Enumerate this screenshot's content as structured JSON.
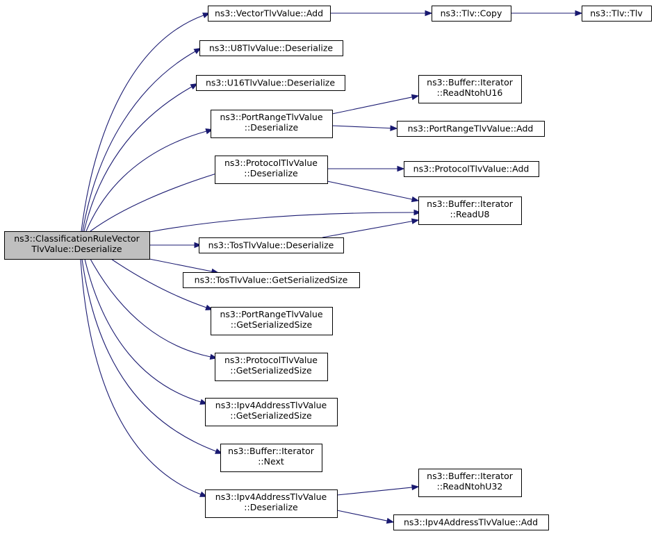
{
  "diagram": {
    "nodes": [
      {
        "id": "root",
        "lines": [
          "ns3::ClassificationRuleVector",
          "TlvValue::Deserialize"
        ]
      },
      {
        "id": "vec_add",
        "lines": [
          "ns3::VectorTlvValue::Add"
        ]
      },
      {
        "id": "tlv_copy",
        "lines": [
          "ns3::Tlv::Copy"
        ]
      },
      {
        "id": "tlv_tlv",
        "lines": [
          "ns3::Tlv::Tlv"
        ]
      },
      {
        "id": "u8_deser",
        "lines": [
          "ns3::U8TlvValue::Deserialize"
        ]
      },
      {
        "id": "u16_deser",
        "lines": [
          "ns3::U16TlvValue::Deserialize"
        ]
      },
      {
        "id": "pr_deser",
        "lines": [
          "ns3::PortRangeTlvValue",
          "::Deserialize"
        ]
      },
      {
        "id": "read_ntoh_u16",
        "lines": [
          "ns3::Buffer::Iterator",
          "::ReadNtohU16"
        ]
      },
      {
        "id": "pr_add",
        "lines": [
          "ns3::PortRangeTlvValue::Add"
        ]
      },
      {
        "id": "proto_deser",
        "lines": [
          "ns3::ProtocolTlvValue",
          "::Deserialize"
        ]
      },
      {
        "id": "proto_add",
        "lines": [
          "ns3::ProtocolTlvValue::Add"
        ]
      },
      {
        "id": "read_u8",
        "lines": [
          "ns3::Buffer::Iterator",
          "::ReadU8"
        ]
      },
      {
        "id": "tos_deser",
        "lines": [
          "ns3::TosTlvValue::Deserialize"
        ]
      },
      {
        "id": "tos_size",
        "lines": [
          "ns3::TosTlvValue::GetSerializedSize"
        ]
      },
      {
        "id": "pr_size",
        "lines": [
          "ns3::PortRangeTlvValue",
          "::GetSerializedSize"
        ]
      },
      {
        "id": "proto_size",
        "lines": [
          "ns3::ProtocolTlvValue",
          "::GetSerializedSize"
        ]
      },
      {
        "id": "ipv4_size",
        "lines": [
          "ns3::Ipv4AddressTlvValue",
          "::GetSerializedSize"
        ]
      },
      {
        "id": "iter_next",
        "lines": [
          "ns3::Buffer::Iterator",
          "::Next"
        ]
      },
      {
        "id": "ipv4_deser",
        "lines": [
          "ns3::Ipv4AddressTlvValue",
          "::Deserialize"
        ]
      },
      {
        "id": "read_ntoh_u32",
        "lines": [
          "ns3::Buffer::Iterator",
          "::ReadNtohU32"
        ]
      },
      {
        "id": "ipv4_add",
        "lines": [
          "ns3::Ipv4AddressTlvValue::Add"
        ]
      }
    ],
    "edges": [
      [
        "root",
        "vec_add"
      ],
      [
        "vec_add",
        "tlv_copy"
      ],
      [
        "tlv_copy",
        "tlv_tlv"
      ],
      [
        "root",
        "u8_deser"
      ],
      [
        "root",
        "u16_deser"
      ],
      [
        "root",
        "pr_deser"
      ],
      [
        "pr_deser",
        "read_ntoh_u16"
      ],
      [
        "pr_deser",
        "pr_add"
      ],
      [
        "root",
        "proto_deser"
      ],
      [
        "proto_deser",
        "proto_add"
      ],
      [
        "proto_deser",
        "read_u8"
      ],
      [
        "root",
        "read_u8"
      ],
      [
        "root",
        "tos_deser"
      ],
      [
        "tos_deser",
        "read_u8"
      ],
      [
        "root",
        "tos_size"
      ],
      [
        "root",
        "pr_size"
      ],
      [
        "root",
        "proto_size"
      ],
      [
        "root",
        "ipv4_size"
      ],
      [
        "root",
        "iter_next"
      ],
      [
        "root",
        "ipv4_deser"
      ],
      [
        "ipv4_deser",
        "read_ntoh_u32"
      ],
      [
        "ipv4_deser",
        "ipv4_add"
      ]
    ]
  }
}
